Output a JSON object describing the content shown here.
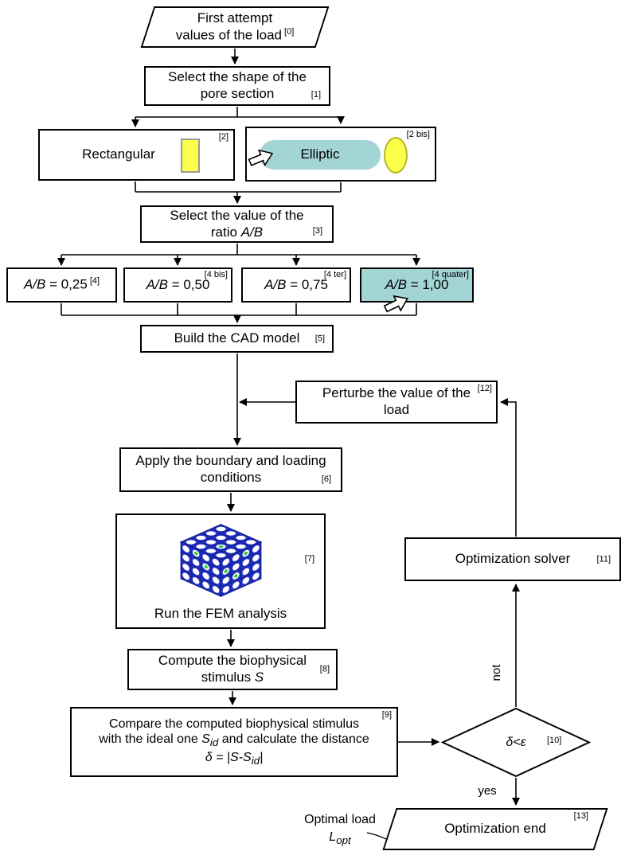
{
  "colors": {
    "highlight": "#a3d4d6",
    "shape_fill": "#fbff4a",
    "mesh_blue": "#2433c4",
    "mesh_green": "#2fc82f"
  },
  "flowchart": {
    "n0": {
      "line1": "First attempt",
      "line2": "values of the load",
      "tag": "[0]"
    },
    "n1": {
      "line1": "Select the shape of the",
      "line2": "pore section",
      "tag": "[1]"
    },
    "n2": {
      "label": "Rectangular",
      "tag": "[2]",
      "icon": "yellow-rectangle"
    },
    "n2bis": {
      "label": "Elliptic",
      "tag": "[2 bis]",
      "icon": "yellow-ellipse"
    },
    "n3": {
      "line1": "Select the value of the",
      "line2_pre": "ratio ",
      "line2_sym": "A/B",
      "tag": "[3]"
    },
    "n4": {
      "ratio": "A/B",
      "value": " = 0,25",
      "tag": "[4]"
    },
    "n4bis": {
      "ratio": "A/B",
      "value": " = 0,50",
      "tag": "[4 bis]"
    },
    "n4ter": {
      "ratio": "A/B",
      "value": " = 0,75",
      "tag": "[4 ter]"
    },
    "n4quater": {
      "ratio": "A/B",
      "value": " = 1,00",
      "tag": "[4 quater]"
    },
    "n5": {
      "label": "Build the CAD model",
      "tag": "[5]"
    },
    "n6": {
      "line1": "Apply the boundary and loading",
      "line2": "conditions",
      "tag": "[6]"
    },
    "n7": {
      "label": "Run the FEM analysis",
      "tag": "[7]"
    },
    "n8": {
      "line1": "Compute the biophysical",
      "line2_pre": "stimulus ",
      "line2_sym": "S",
      "tag": "[8]"
    },
    "n9": {
      "line1": "Compare the computed biophysical stimulus",
      "line2_pre": "with the ideal one ",
      "line2_sym": "S",
      "line2_sub": "id",
      "line2_post": " and calculate the distance",
      "line3_pre": "δ = |S-S",
      "line3_sub": "id",
      "line3_post": "|",
      "tag": "[9]"
    },
    "n10": {
      "label": "δ<ε",
      "tag": "[10]"
    },
    "n11": {
      "label": "Optimization solver",
      "tag": "[11]"
    },
    "n12": {
      "line1": "Perturbe the value of the",
      "line2": "load",
      "tag": "[12]"
    },
    "n13": {
      "label": "Optimization end",
      "tag": "[13]"
    },
    "edge_labels": {
      "no": "not",
      "yes": "yes"
    },
    "annotation": {
      "text": "Optimal load",
      "symbol": "L",
      "symbol_sub": "opt"
    }
  }
}
